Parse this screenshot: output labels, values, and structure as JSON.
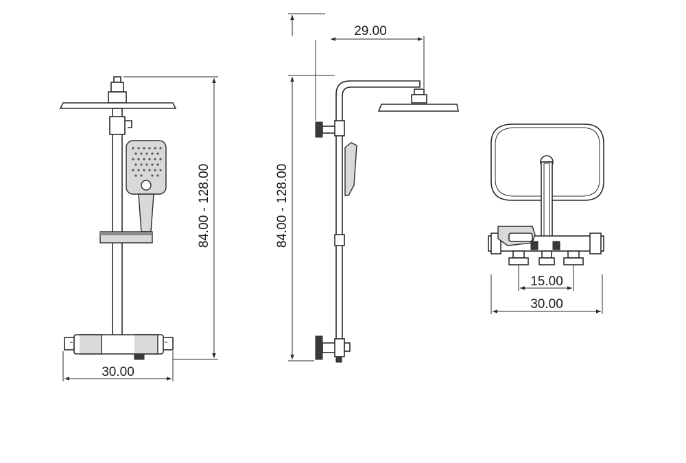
{
  "dimensions": {
    "front_height": "84.00 - 128.00",
    "front_width": "30.00",
    "side_height": "84.00 - 128.00",
    "side_arm": "29.00",
    "top_inner": "15.00",
    "top_width": "30.00"
  },
  "colors": {
    "line": "#2a2a2a",
    "accent_grey": "#d9d9d9"
  }
}
